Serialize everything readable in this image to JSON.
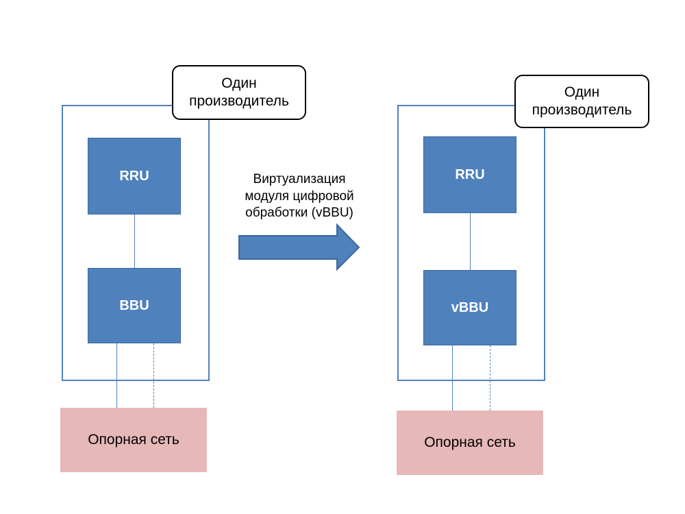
{
  "left_system": {
    "vendor_label": "Один\nпроизводитель",
    "top_unit": "RRU",
    "bottom_unit": "BBU",
    "core_network": "Опорная сеть"
  },
  "right_system": {
    "vendor_label": "Один\nпроизводитель",
    "top_unit": "RRU",
    "bottom_unit": "vBBU",
    "core_network": "Опорная сеть"
  },
  "transition": {
    "label": "Виртуализация\nмодуля цифровой\nобработки (vBBU)",
    "arrow_icon": "right-arrow-icon"
  },
  "colors": {
    "frame": "#4f81bd",
    "unit_fill": "#4f81bd",
    "core_fill": "#e6b8b7",
    "vendor_border": "#000000"
  }
}
